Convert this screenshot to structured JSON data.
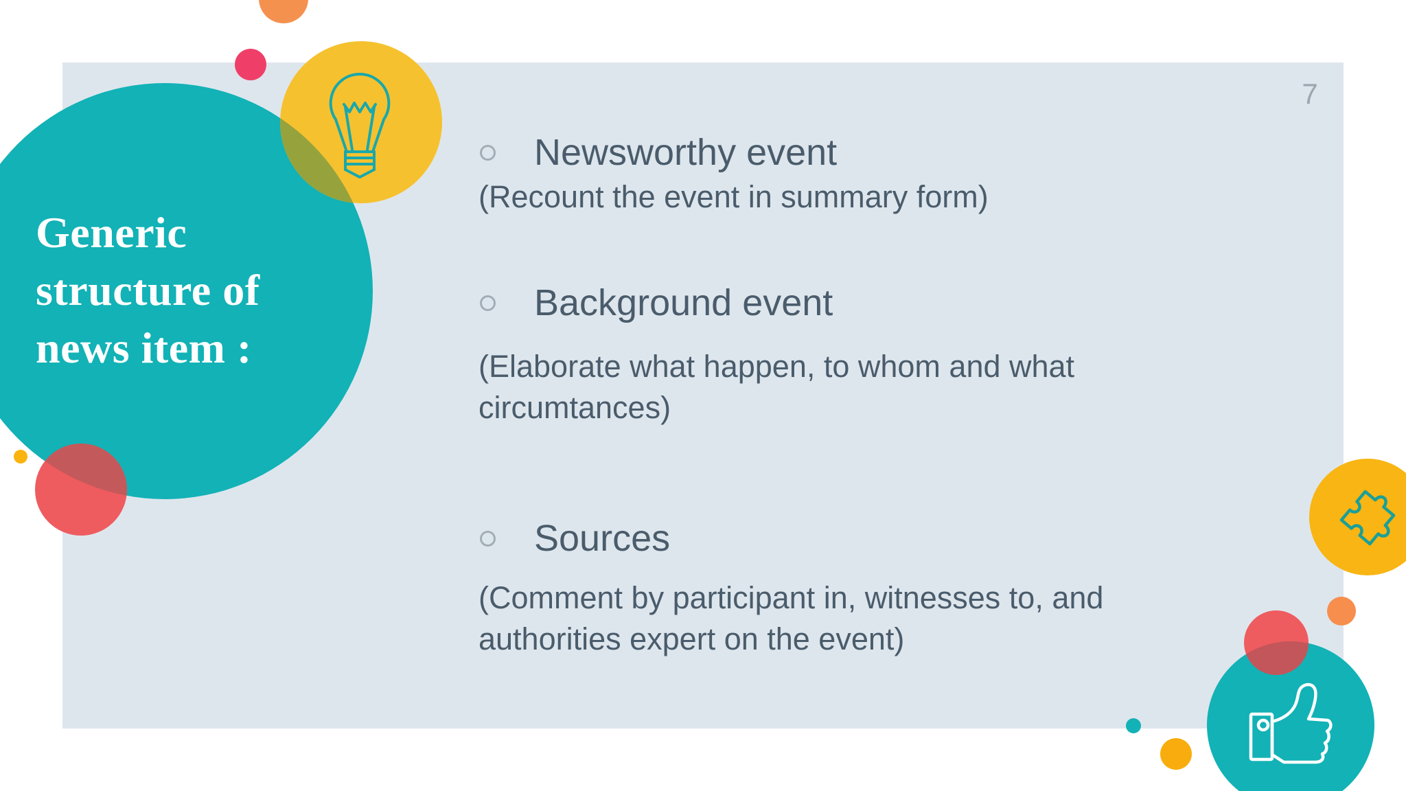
{
  "slide": {
    "page_number": "7",
    "title": {
      "lines": [
        "Generic",
        "structure of",
        "news item :"
      ]
    },
    "bullets": [
      {
        "heading": "Newsworthy event",
        "description_lines": [
          "(Recount the event in summary form)",
          ""
        ]
      },
      {
        "heading": "Background event",
        "description_lines": [
          "(Elaborate what happen, to whom and what",
          "circumtances)"
        ]
      },
      {
        "heading": "Sources",
        "description_lines": [
          "(Comment by participant in, witnesses to, and",
          "authorities expert on the event)"
        ]
      }
    ],
    "icons": {
      "lightbulb": "lightbulb-icon",
      "puzzle": "puzzle-piece-icon",
      "thumbs_up": "thumbs-up-icon"
    },
    "colors": {
      "background": "#ffffff",
      "panel": "#dee6ed",
      "teal": "#12b2b6",
      "yellow_lightbulb": "#f6c12f",
      "yellow_puzzle": "#f8b513",
      "yellow_dot_left": "#fbb30f",
      "yellow_dot_bottom": "#f9ac0d",
      "orange_top": "#f5914e",
      "orange_right": "#f78e4d",
      "pink": "#ef3f68",
      "red": "#ee5c5f",
      "olive_overlap": "#96a33d",
      "red_teal_overlap_left": "#c4595b",
      "red_teal_overlap_right": "#c2565a",
      "icon_stroke_teal": "#19a8ab",
      "heading_text": "#4a5c6b",
      "title_text": "#ffffff",
      "page_number_text": "#9ba6b0",
      "bullet_outline": "#a2adb5"
    }
  }
}
